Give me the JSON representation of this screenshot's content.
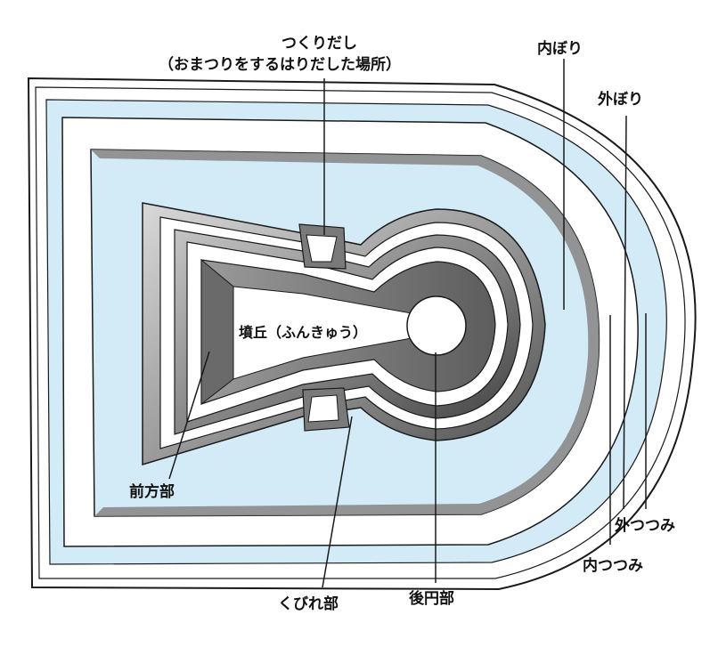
{
  "diagram": {
    "title_line1": "つくりだし",
    "title_line2": "（おまつりをするはりだした場所）",
    "labels": {
      "uchibori": "内ぼり",
      "sotobori": "外ぼり",
      "funkyu": "墳丘（ふんきゅう）",
      "zenpobu": "前方部",
      "sotsutsumi": "外つつみ",
      "uchitsutsumi": "内つつみ",
      "kubirebu": "くびれ部",
      "koenbu": "後円部"
    },
    "colors": {
      "moat": "#d3eaf7",
      "line": "#1a1a1a",
      "mound_dark": "#555555",
      "mound_light": "#c8c8c8",
      "ground": "#ffffff"
    }
  }
}
